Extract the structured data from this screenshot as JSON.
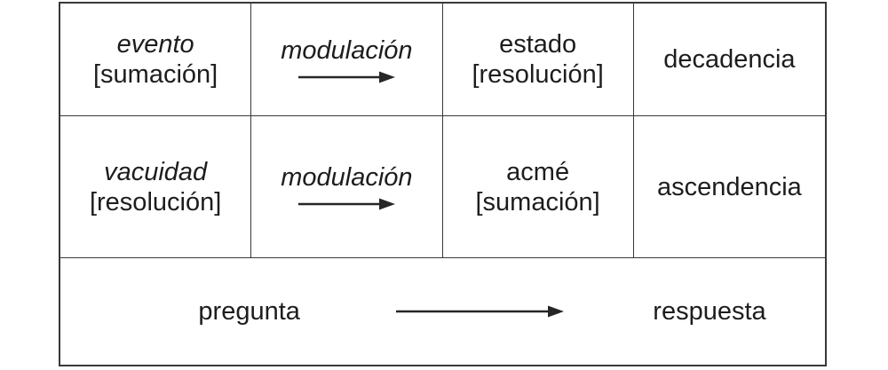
{
  "figure": {
    "type": "table-diagram",
    "language": "es"
  },
  "colors": {
    "background": "#ffffff",
    "line": "#383838",
    "text": "#1d1d1d",
    "arrow": "#262626"
  },
  "icons": {
    "modulation_arrow_row1": "right-arrow",
    "modulation_arrow_row2": "right-arrow",
    "question_answer_arrow": "right-arrow"
  },
  "grid": {
    "rows": [
      {
        "cells": [
          {
            "term": "evento",
            "bracket": "[sumación]"
          },
          {
            "term": "modulación"
          },
          {
            "term": "estado",
            "bracket": "[resolución]"
          },
          {
            "term": "decadencia"
          }
        ]
      },
      {
        "cells": [
          {
            "term": "vacuidad",
            "bracket": "[resolución]"
          },
          {
            "term": "modulación"
          },
          {
            "term": "acmé",
            "bracket": "[sumación]"
          },
          {
            "term": "ascendencia"
          }
        ]
      }
    ],
    "footer": {
      "question": "pregunta",
      "answer": "respuesta"
    }
  }
}
